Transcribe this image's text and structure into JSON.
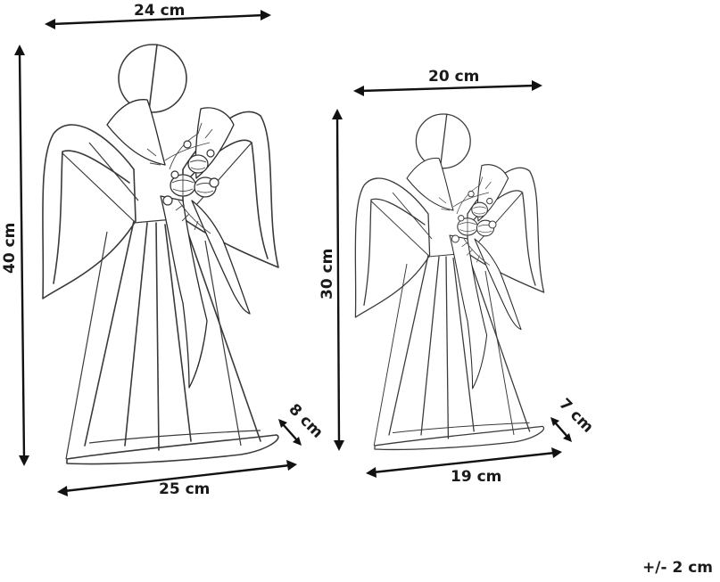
{
  "large_angel": {
    "width_top": "24 cm",
    "height": "40 cm",
    "width_base": "25 cm",
    "depth": "8 cm"
  },
  "small_angel": {
    "width_top": "20 cm",
    "height": "30 cm",
    "width_base": "19 cm",
    "depth": "7 cm"
  },
  "tolerance": "+/- 2 cm"
}
